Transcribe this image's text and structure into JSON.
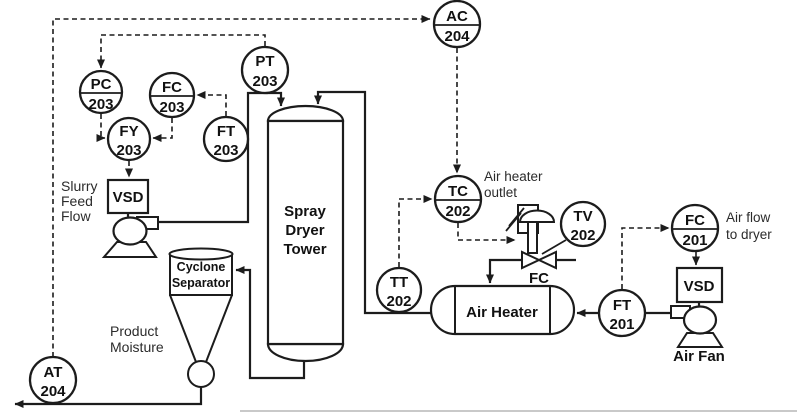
{
  "colors": {
    "ink": "#1c1c1c",
    "background": "#ffffff",
    "muted_line": "#c9c9c9"
  },
  "instruments": [
    {
      "tag": "PT",
      "number": "203"
    },
    {
      "tag": "PC",
      "number": "203"
    },
    {
      "tag": "FC",
      "number": "203"
    },
    {
      "tag": "FY",
      "number": "203"
    },
    {
      "tag": "FT",
      "number": "203"
    },
    {
      "tag": "AC",
      "number": "204"
    },
    {
      "tag": "TC",
      "number": "202"
    },
    {
      "tag": "TT",
      "number": "202"
    },
    {
      "tag": "TV",
      "number": "202"
    },
    {
      "tag": "FC",
      "number": "201"
    },
    {
      "tag": "FT",
      "number": "201"
    },
    {
      "tag": "AT",
      "number": "204"
    }
  ],
  "equipment": {
    "spray_dryer_tower": {
      "line1": "Spray",
      "line2": "Dryer",
      "line3": "Tower"
    },
    "cyclone_separator": {
      "line1": "Cyclone",
      "line2": "Separator"
    },
    "air_heater": {
      "label": "Air Heater"
    },
    "air_fan": {
      "label": "Air Fan"
    },
    "slurry_vsd": {
      "label": "VSD"
    },
    "fan_vsd": {
      "label": "VSD"
    },
    "control_valve": {
      "fail_action": "FC"
    }
  },
  "annotations": {
    "slurry_feed_flow": {
      "line1": "Slurry",
      "line2": "Feed",
      "line3": "Flow"
    },
    "product_moisture": {
      "line1": "Product",
      "line2": "Moisture"
    },
    "air_heater_outlet": {
      "line1": "Air heater",
      "line2": "outlet"
    },
    "air_flow_to_dryer": {
      "line1": "Air flow",
      "line2": "to dryer"
    }
  }
}
